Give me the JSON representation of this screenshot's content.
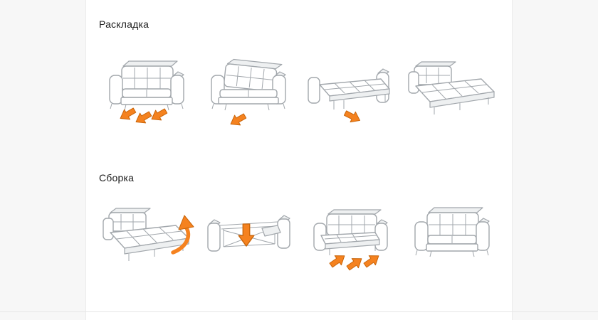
{
  "sections": [
    {
      "title": "Раскладка",
      "steps": [
        {
          "name": "step-1",
          "icon": "sofa-assembled-illustration",
          "arrow_icon": "pull-forward-arrows"
        },
        {
          "name": "step-2",
          "icon": "sofa-seat-extended-illustration",
          "arrow_icon": "pull-forward-arrow"
        },
        {
          "name": "step-3",
          "icon": "sofa-half-unfolded-illustration",
          "arrow_icon": "pull-out-arrow"
        },
        {
          "name": "step-4",
          "icon": "sofa-bed-unfolded-illustration",
          "arrow_icon": "none"
        }
      ]
    },
    {
      "title": "Сборка",
      "steps": [
        {
          "name": "step-1",
          "icon": "sofa-bed-unfolded-illustration",
          "arrow_icon": "lift-up-curved-arrow"
        },
        {
          "name": "step-2",
          "icon": "sofa-frame-open-illustration",
          "arrow_icon": "push-down-arrow"
        },
        {
          "name": "step-3",
          "icon": "sofa-nearly-assembled-illustration",
          "arrow_icon": "push-in-arrows"
        },
        {
          "name": "step-4",
          "icon": "sofa-assembled-illustration",
          "arrow_icon": "none"
        }
      ]
    }
  ],
  "colors": {
    "page_background": "#f7f7f7",
    "panel_background": "#ffffff",
    "border": "#ececec",
    "outline": "#a2a7ac",
    "shade": "#eef0f1",
    "arrow_fill": "#f5821f",
    "arrow_stroke": "#c9650a",
    "title_text": "#1b1b1b"
  }
}
